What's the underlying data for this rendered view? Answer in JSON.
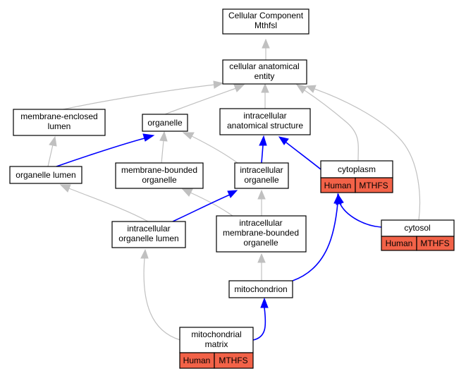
{
  "nodes": {
    "root": [
      "Cellular Component",
      "Mthfsl"
    ],
    "cae": [
      "cellular anatomical",
      "entity"
    ],
    "mel": [
      "membrane-enclosed",
      "lumen"
    ],
    "org": [
      "organelle"
    ],
    "ias": [
      "intracellular",
      "anatomical structure"
    ],
    "orglumen": [
      "organelle lumen"
    ],
    "mbo": [
      "membrane-bounded",
      "organelle"
    ],
    "io": [
      "intracellular",
      "organelle"
    ],
    "cyto": [
      "cytoplasm"
    ],
    "iol": [
      "intracellular",
      "organelle lumen"
    ],
    "imbo": [
      "intracellular",
      "membrane-bounded",
      "organelle"
    ],
    "cytosol": [
      "cytosol"
    ],
    "mito": [
      "mitochondrion"
    ],
    "mm": [
      "mitochondrial",
      "matrix"
    ]
  },
  "annotations": {
    "cyto": {
      "species": "Human",
      "gene": "MTHFS"
    },
    "cytosol": {
      "species": "Human",
      "gene": "MTHFS"
    },
    "mm": {
      "species": "Human",
      "gene": "MTHFS"
    }
  },
  "colors": {
    "annotation_fill": "#f26248",
    "is_a_edge": "#c0c0c0",
    "part_of_edge": "#0000ff"
  }
}
